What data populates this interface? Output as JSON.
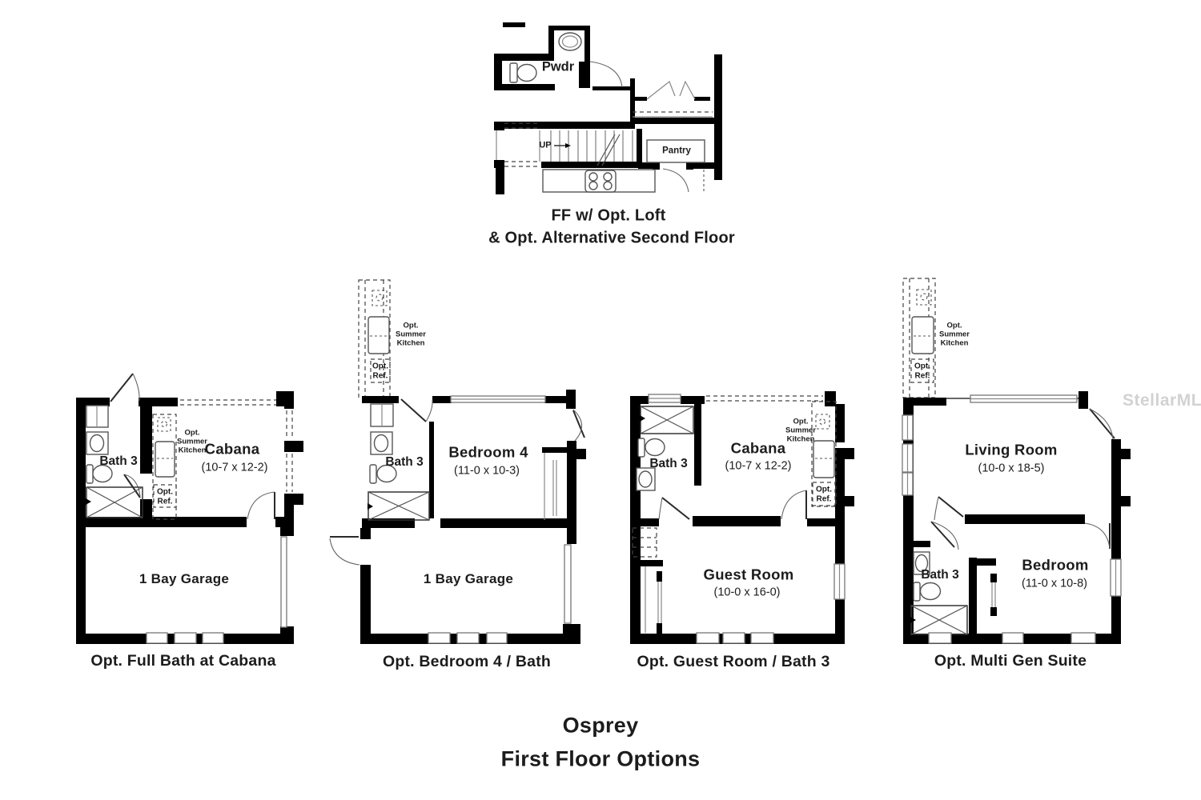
{
  "watermark": "StellarMLS",
  "top_plan": {
    "labels": {
      "powder": "Pwdr",
      "up": "UP",
      "pantry": "Pantry"
    },
    "caption_line1": "FF w/ Opt. Loft",
    "caption_line2": "& Opt. Alternative Second Floor"
  },
  "shared": {
    "summer_kitchen": "Opt. Summer Kitchen",
    "ref": "Opt. Ref."
  },
  "plans": [
    {
      "caption": "Opt. Full Bath at Cabana",
      "bath": "Bath 3",
      "room": "Cabana",
      "room_dim": "(10-7 x 12-2)",
      "garage": "1 Bay Garage"
    },
    {
      "caption": "Opt. Bedroom 4 / Bath",
      "bath": "Bath 3",
      "room": "Bedroom 4",
      "room_dim": "(11-0 x 10-3)",
      "garage": "1 Bay Garage"
    },
    {
      "caption": "Opt. Guest Room / Bath 3",
      "bath": "Bath 3",
      "room": "Cabana",
      "room_dim": "(10-7 x 12-2)",
      "room2": "Guest Room",
      "room2_dim": "(10-0 x 16-0)"
    },
    {
      "caption": "Opt. Multi Gen Suite",
      "bath": "Bath 3",
      "room": "Living Room",
      "room_dim": "(10-0 x 18-5)",
      "room2": "Bedroom",
      "room2_dim": "(11-0 x 10-8)"
    }
  ],
  "title": {
    "line1": "Osprey",
    "line2": "First Floor Options"
  },
  "colors": {
    "wall": "#000000",
    "watermark": "#d2d2d2",
    "background": "#ffffff"
  }
}
